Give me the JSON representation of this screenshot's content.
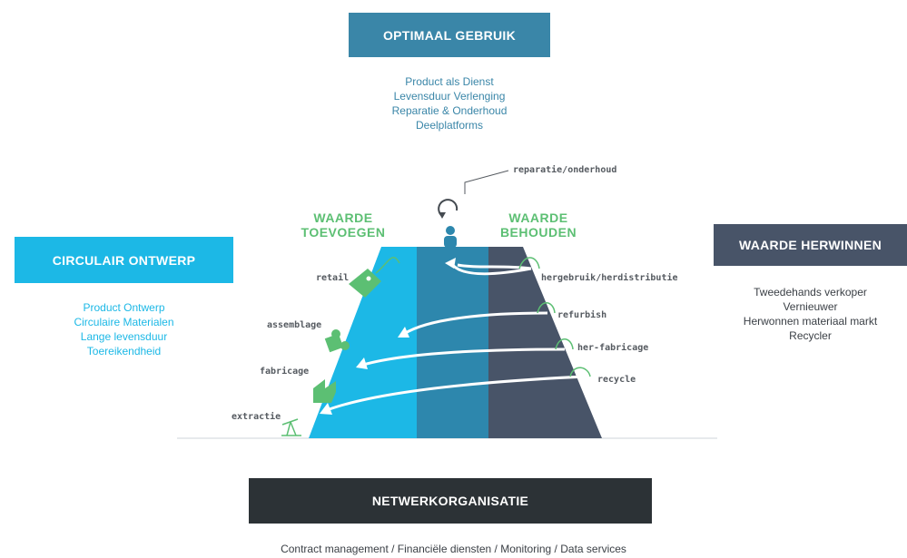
{
  "colors": {
    "box_top": "#3a86a8",
    "box_left": "#1cb8e6",
    "box_right": "#485468",
    "box_bottom": "#2c3236",
    "pyramid_left": "#1cb8e6",
    "pyramid_mid": "#2d87ad",
    "pyramid_right": "#485468",
    "accent_green": "#5cbf73",
    "list_top": "#3a86a8",
    "list_left": "#1cb8e6"
  },
  "top": {
    "title": "OPTIMAAL GEBRUIK",
    "items": [
      "Product als Dienst",
      "Levensduur Verlenging",
      "Reparatie & Onderhoud",
      "Deelplatforms"
    ]
  },
  "left": {
    "title": "CIRCULAIR ONTWERP",
    "items": [
      "Product Ontwerp",
      "Circulaire Materialen",
      "Lange levensduur",
      "Toereikendheid"
    ]
  },
  "right": {
    "title": "WAARDE HERWINNEN",
    "items": [
      "Tweedehands verkoper",
      "Vernieuwer",
      "Herwonnen materiaal markt",
      "Recycler"
    ]
  },
  "bottom": {
    "title": "NETWERKORGANISATIE",
    "text": "Contract management / Financiële diensten / Monitoring / Data services"
  },
  "pyramid": {
    "left_heading": [
      "WAARDE",
      "TOEVOEGEN"
    ],
    "right_heading": [
      "WAARDE",
      "BEHOUDEN"
    ],
    "top_label": "reparatie/onderhoud",
    "left_labels": [
      "retail",
      "assemblage",
      "fabricage",
      "extractie"
    ],
    "left_icons": [
      "price-tag-icon",
      "puzzle-piece-icon",
      "factory-icon",
      "oil-pump-icon"
    ],
    "right_labels": [
      "hergebruik/herdistributie",
      "refurbish",
      "her-fabricage",
      "recycle"
    ]
  }
}
